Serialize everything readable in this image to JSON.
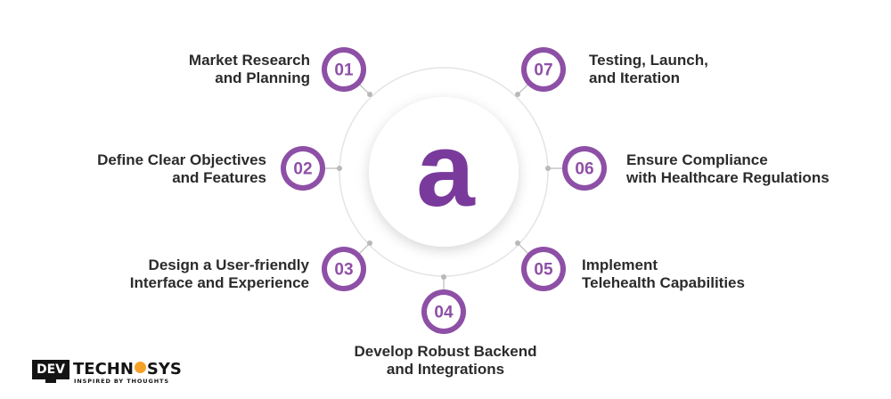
{
  "center": {
    "logo_letter": "a",
    "brand_color": "#7a3a9c"
  },
  "steps": [
    {
      "number": "01",
      "line1": "Market Research",
      "line2": "and Planning"
    },
    {
      "number": "02",
      "line1": "Define Clear Objectives",
      "line2": "and Features"
    },
    {
      "number": "03",
      "line1": "Design a User-friendly",
      "line2": "Interface and Experience"
    },
    {
      "number": "04",
      "line1": "Develop Robust Backend",
      "line2": "and Integrations"
    },
    {
      "number": "05",
      "line1": "Implement",
      "line2": "Telehealth Capabilities"
    },
    {
      "number": "06",
      "line1": "Ensure Compliance",
      "line2": "with Healthcare Regulations"
    },
    {
      "number": "07",
      "line1": "Testing, Launch,",
      "line2": "and Iteration"
    }
  ],
  "footer_logo": {
    "dev": "DEV",
    "techno_left": "TECHN",
    "techno_right": "SYS",
    "tagline": "INSPIRED BY THOUGHTS",
    "accent_color": "#f4a126"
  },
  "colors": {
    "badge_ring": "#8e4fa6",
    "badge_text": "#8e4fa6",
    "connector": "#b9b9b9",
    "orbit": "#e4e4e4",
    "text": "#2b2b2b"
  }
}
